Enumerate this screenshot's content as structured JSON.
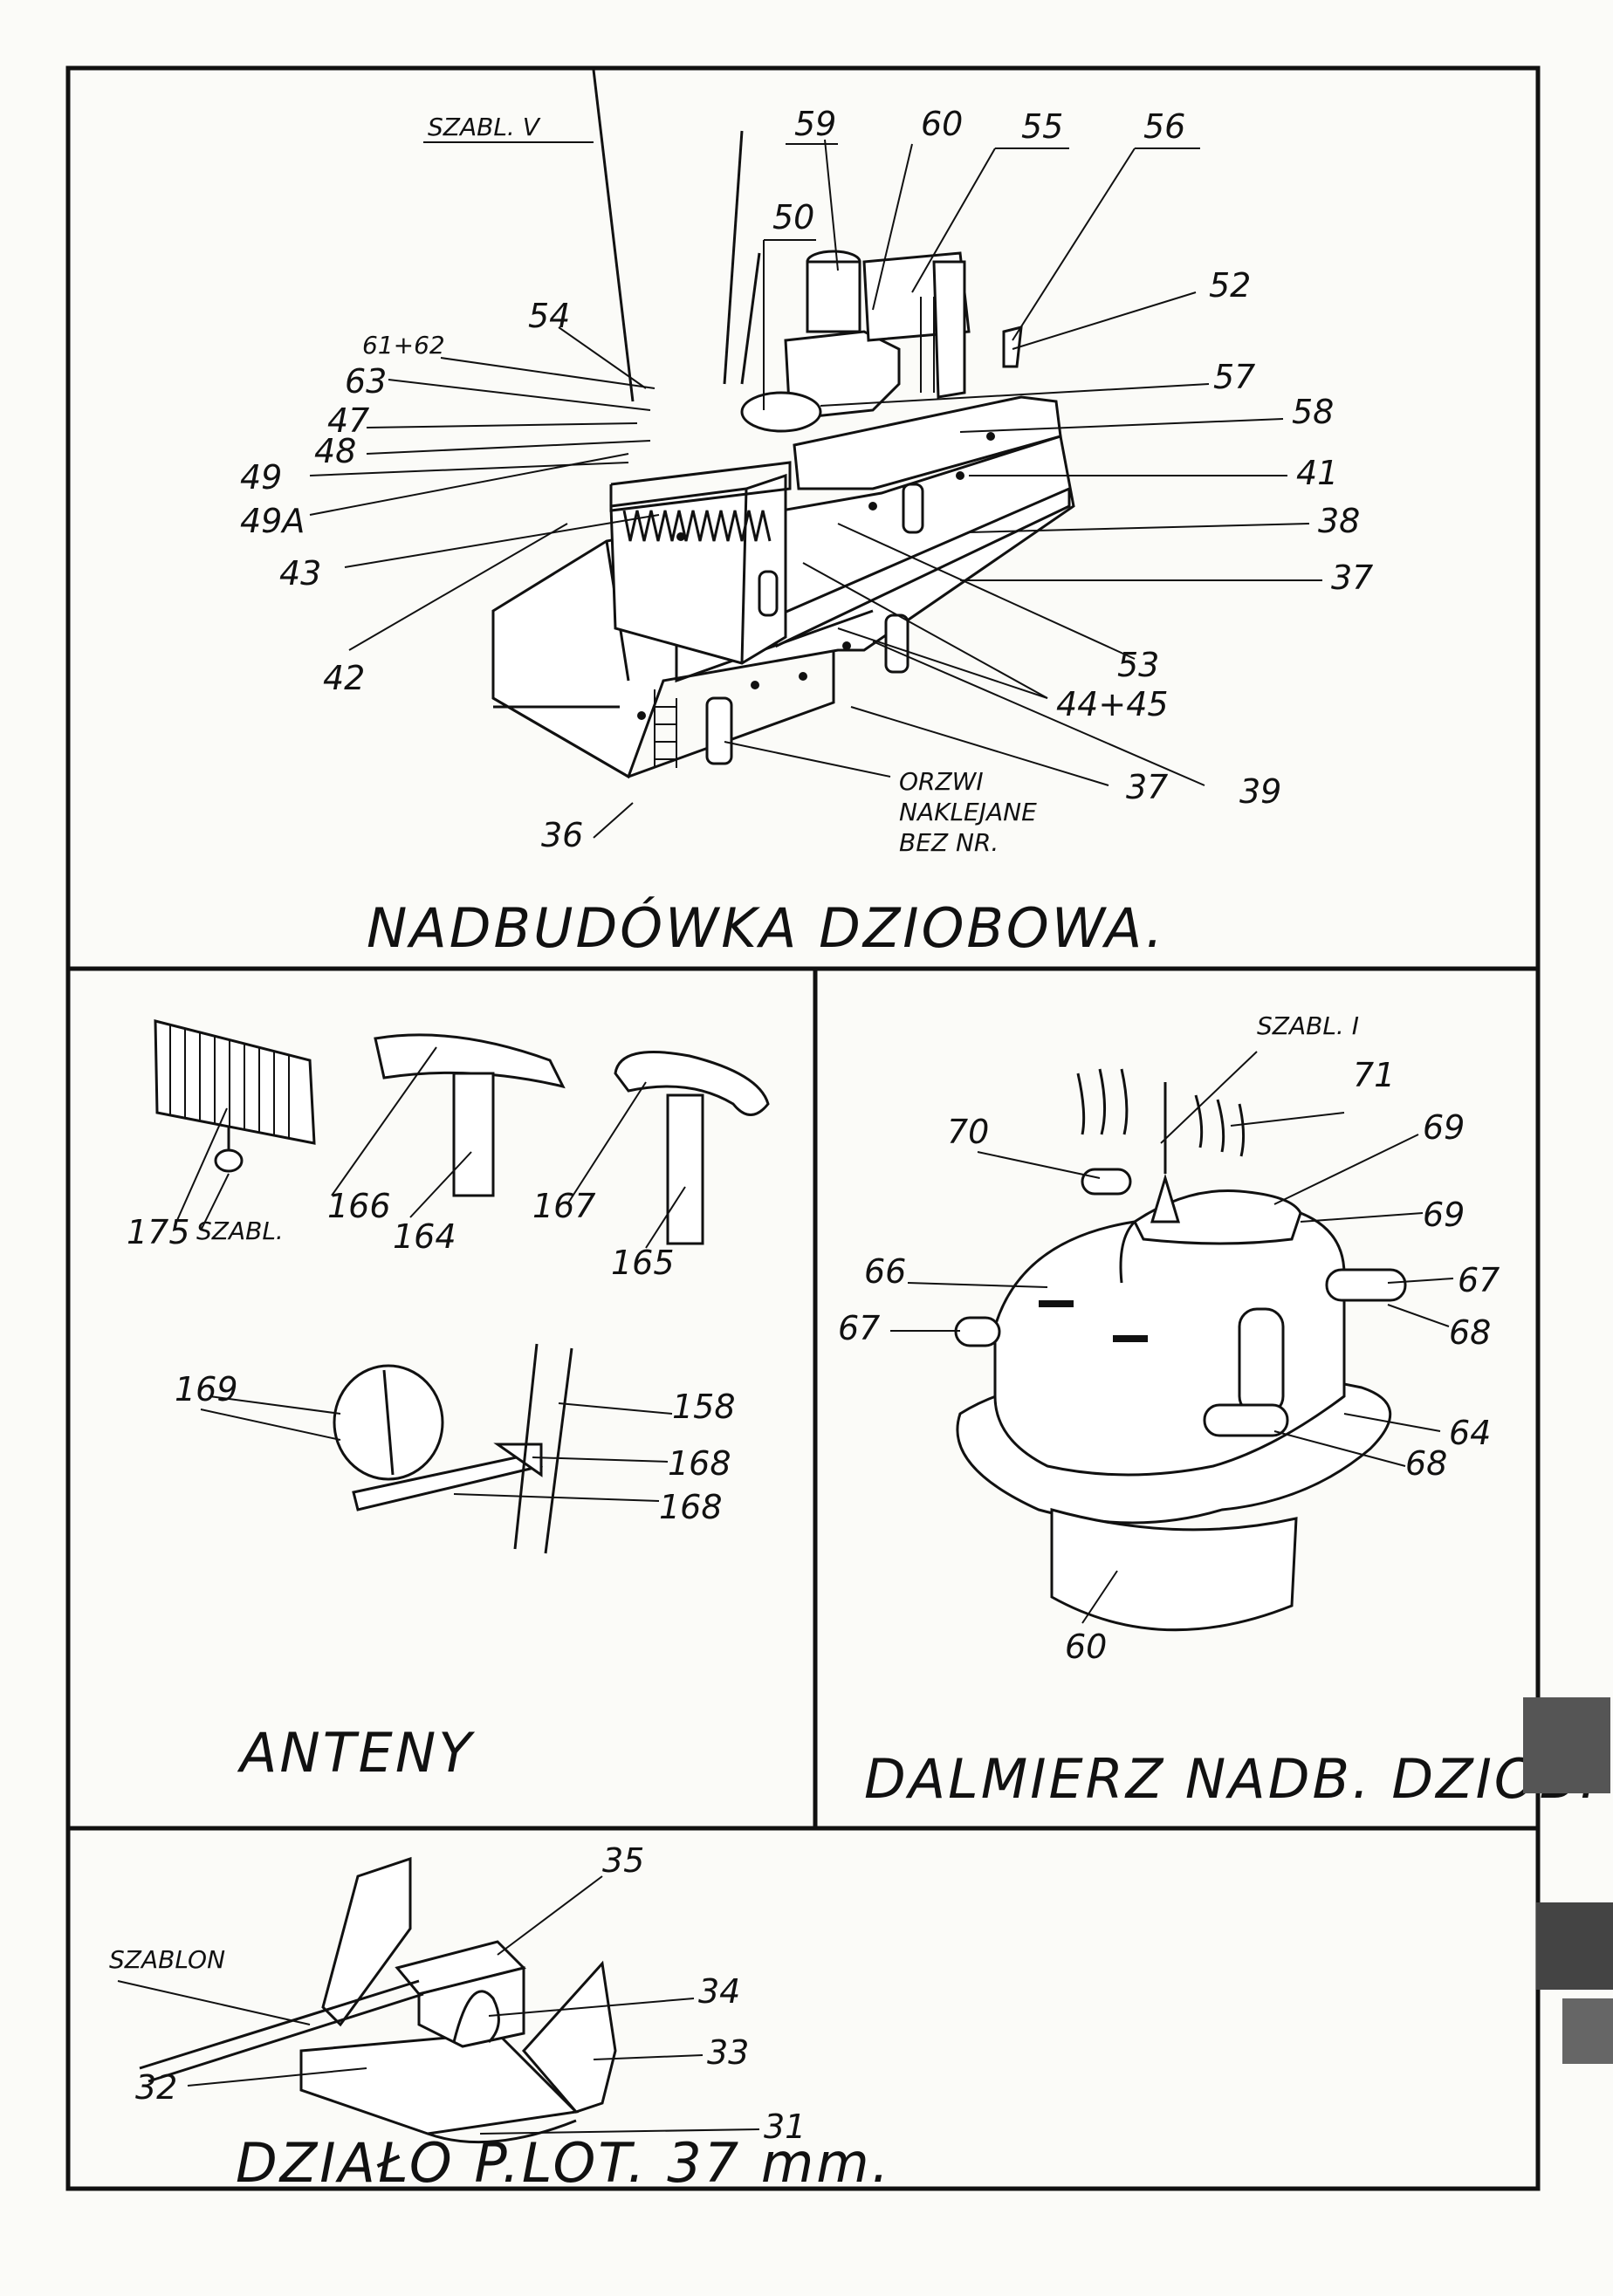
{
  "panels": {
    "top": {
      "title": "NADBUDÓWKA DZIOBOWA.",
      "labels": [
        "SZABL. V",
        "59",
        "60",
        "55",
        "56",
        "50",
        "52",
        "54",
        "61+62",
        "57",
        "63",
        "58",
        "47",
        "48",
        "41",
        "49",
        "49A",
        "38",
        "43",
        "37",
        "42",
        "53",
        "44+45",
        "37",
        "39",
        "36",
        "ORZWI",
        "NAKLEJANE",
        "BEZ NR."
      ]
    },
    "antennas": {
      "title": "ANTENY",
      "labels": [
        "175",
        "SZABL.",
        "166",
        "164",
        "167",
        "165",
        "169",
        "158",
        "168",
        "168"
      ]
    },
    "rangefinder": {
      "title": "DALMIERZ NADB. DZIOB.",
      "labels": [
        "SZABL. I",
        "71",
        "70",
        "69",
        "69",
        "66",
        "67",
        "67",
        "68",
        "64",
        "68",
        "60"
      ]
    },
    "gun": {
      "title": "DZIAŁO P.LOT. 37 mm.",
      "labels": [
        "35",
        "SZABLON",
        "34",
        "33",
        "32",
        "31"
      ]
    }
  }
}
